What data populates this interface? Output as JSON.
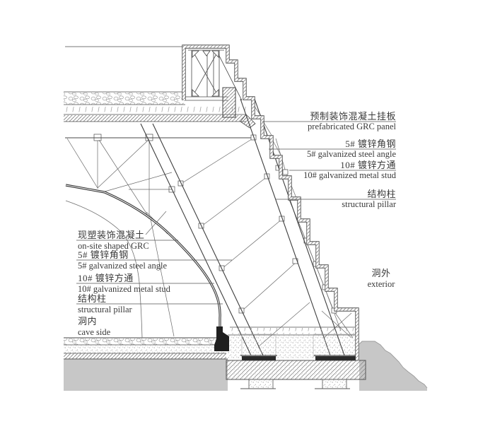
{
  "drawing": {
    "labels_left": [
      {
        "zh": "现塑装饰混凝土",
        "en": "on-site shaped GRC"
      },
      {
        "zh": "5# 镀锌角钢",
        "en": "5# galvanized steel angle"
      },
      {
        "zh": "10# 镀锌方通",
        "en": "10# galvanized metal stud"
      },
      {
        "zh": "结构柱",
        "en": "structural pillar"
      }
    ],
    "labels_right": [
      {
        "zh": "预制装饰混凝土挂板",
        "en": "prefabricated GRC panel"
      },
      {
        "zh": "5# 镀锌角钢",
        "en": "5# galvanized steel angle"
      },
      {
        "zh": "10# 镀锌方通",
        "en": "10# galvanized metal stud"
      },
      {
        "zh": "结构柱",
        "en": "structural pillar"
      }
    ],
    "zone_labels": {
      "interior": {
        "zh": "洞内",
        "en": "cave side"
      },
      "exterior": {
        "zh": "洞外",
        "en": "exterior"
      }
    },
    "colors": {
      "line": "#4a4a4a",
      "ground_fill": "#c7c7c7",
      "hatch": "#7d7d7d",
      "text": "#3a3a3a"
    }
  }
}
